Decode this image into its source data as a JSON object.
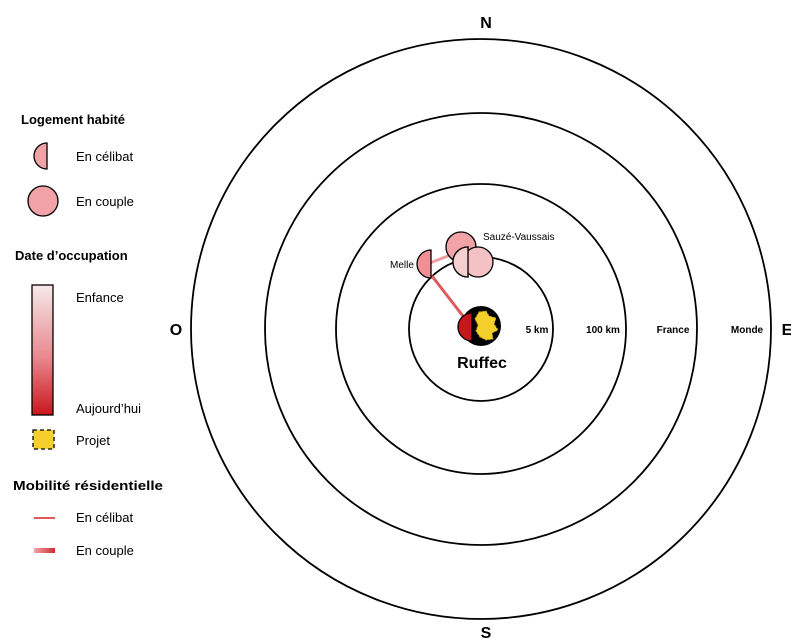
{
  "legend": {
    "section1_title": "Logement habité",
    "single_label": "En célibat",
    "couple_label": "En couple",
    "section2_title": "Date d’occupation",
    "gradient_top_label": "Enfance",
    "gradient_bottom_label": "Aujourd’hui",
    "project_label": "Projet",
    "section3_title": "Mobilité résidentielle",
    "mobility_single_label": "En célibat",
    "mobility_couple_label": "En couple"
  },
  "compass": {
    "north": "N",
    "south": "S",
    "west": "O",
    "east": "E"
  },
  "rings": {
    "r1": "5 km",
    "r2": "100 km",
    "r3": "France",
    "r4": "Monde"
  },
  "places": {
    "center": "Ruffec",
    "melle": "Melle",
    "sauze": "Sauzé-Vaussais"
  },
  "colors": {
    "dark_red": "#c8161d",
    "light_pink": "#f4b2b5",
    "pale_pink": "#f6d0d2",
    "mid_pink": "#ef9aa0",
    "project_yellow": "#f5cf2b",
    "gradient_top": "#f7e7e7",
    "gradient_bottom": "#c8161d"
  },
  "icons": [
    "half-circle-icon",
    "full-circle-icon",
    "project-square-icon",
    "thin-line-icon",
    "thick-line-icon"
  ]
}
